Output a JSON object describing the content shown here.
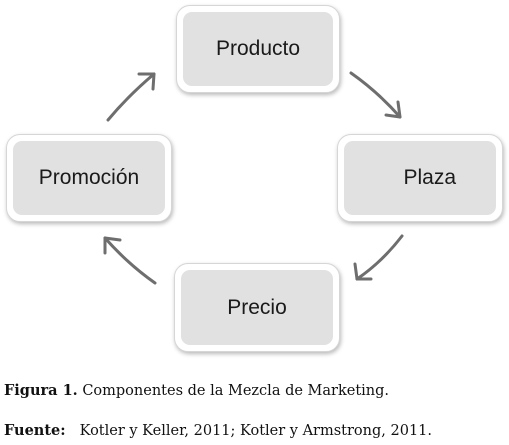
{
  "nodes": {
    "producto": "Producto",
    "plaza": "Plaza",
    "precio": "Precio",
    "promocion": "Promoción"
  },
  "caption": {
    "figure_label": "Figura 1.",
    "figure_text": "Componentes de la Mezcla de Marketing.",
    "source_label": "Fuente:",
    "source_text": "Kotler y Keller, 2011; Kotler y Armstrong, 2011."
  },
  "colors": {
    "node_fill": "#e1e1e1",
    "arrow": "#6e6e6e"
  }
}
